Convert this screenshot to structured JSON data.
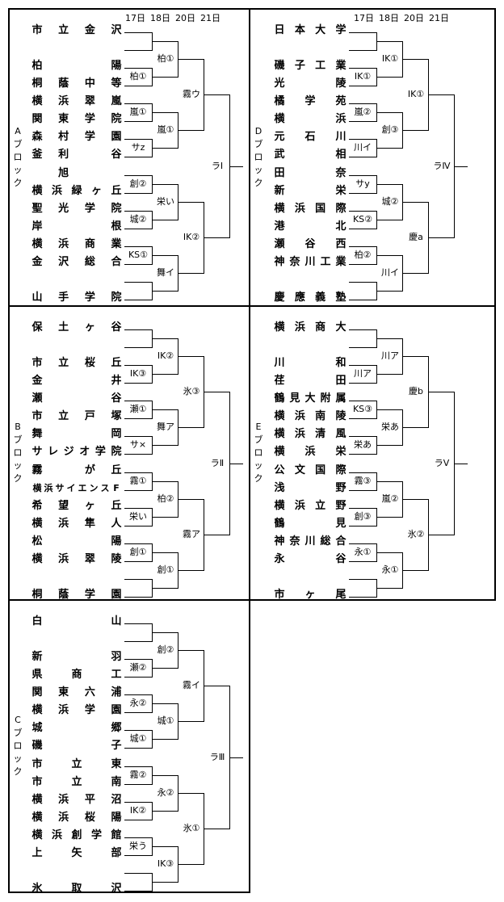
{
  "dates": [
    "17日",
    "18日",
    "20日",
    "21日"
  ],
  "blocks": [
    {
      "id": "A",
      "label": "Aブロック",
      "teams": [
        "市立金沢",
        "",
        "柏陽",
        "桐蔭中等",
        "横浜翠嵐",
        "関東学院",
        "森村学園",
        "釜利谷",
        "旭",
        "横浜緑ヶ丘",
        "聖光学院",
        "岸根",
        "横浜商業",
        "金沢総合",
        "",
        "山手学院"
      ],
      "team_layout": [
        [
          "市",
          "立",
          "金",
          "沢"
        ],
        [],
        [
          "柏",
          "",
          "",
          "陽"
        ],
        [
          "桐",
          "蔭",
          "中",
          "等"
        ],
        [
          "横",
          "浜",
          "翠",
          "嵐"
        ],
        [
          "関",
          "東",
          "学",
          "院"
        ],
        [
          "森",
          "村",
          "学",
          "園"
        ],
        [
          "釜",
          "利",
          "",
          "谷"
        ],
        [
          "",
          "旭",
          "",
          ""
        ],
        [
          "横",
          "浜",
          "緑",
          "ヶ",
          "丘"
        ],
        [
          "聖",
          "光",
          "学",
          "院"
        ],
        [
          "岸",
          "",
          "",
          "根"
        ],
        [
          "横",
          "浜",
          "商",
          "業"
        ],
        [
          "金",
          "沢",
          "総",
          "合"
        ],
        [],
        [
          "山",
          "手",
          "学",
          "院"
        ]
      ],
      "r1": [
        "",
        "柏①",
        "嵐①",
        "サz",
        "創②",
        "城②",
        "KS①",
        ""
      ],
      "r2": [
        "柏①",
        "嵐①",
        "栄い",
        "舞イ"
      ],
      "r3": [
        "霧ウ",
        "IK②"
      ],
      "r4": "ラⅠ"
    },
    {
      "id": "B",
      "label": "Bブロック",
      "teams": [
        "保土ヶ谷",
        "",
        "市立桜丘",
        "金井",
        "瀬谷",
        "市立戸塚",
        "舞岡",
        "サレジオ学院",
        "霧が丘",
        "横浜サイエンスF",
        "希望ヶ丘",
        "横浜隼人",
        "松陽",
        "横浜翠陵",
        "",
        "桐蔭学園"
      ],
      "team_layout": [
        [
          "保",
          "土",
          "ヶ",
          "谷"
        ],
        [],
        [
          "市",
          "立",
          "桜",
          "丘"
        ],
        [
          "金",
          "",
          "",
          "井"
        ],
        [
          "瀬",
          "",
          "",
          "谷"
        ],
        [
          "市",
          "立",
          "戸",
          "塚"
        ],
        [
          "舞",
          "",
          "",
          "岡"
        ],
        [
          "サ",
          "レ",
          "ジ",
          "オ",
          "学",
          "院"
        ],
        [
          "霧",
          "",
          "が",
          "丘"
        ],
        [
          "横",
          "浜",
          "サ",
          "イ",
          "エ",
          "ン",
          "ス",
          "F"
        ],
        [
          "希",
          "望",
          "ヶ",
          "丘"
        ],
        [
          "横",
          "浜",
          "隼",
          "人"
        ],
        [
          "松",
          "",
          "",
          "陽"
        ],
        [
          "横",
          "浜",
          "翠",
          "陵"
        ],
        [],
        [
          "桐",
          "蔭",
          "学",
          "園"
        ]
      ],
      "r1": [
        "",
        "IK③",
        "瀬①",
        "サ×",
        "霧①",
        "栄い",
        "創①",
        ""
      ],
      "r2": [
        "IK②",
        "舞ア",
        "柏②",
        "創①"
      ],
      "r3": [
        "氷③",
        "霧ア"
      ],
      "r4": "ラⅡ"
    },
    {
      "id": "C",
      "label": "Cブロック",
      "teams": [
        "白山",
        "",
        "新羽",
        "県商工",
        "関東六浦",
        "横浜学園",
        "城郷",
        "磯子",
        "市立東",
        "市立南",
        "横浜平沼",
        "横浜桜陽",
        "横浜創学館",
        "上矢部",
        "",
        "氷取沢"
      ],
      "team_layout": [
        [
          "白",
          "",
          "",
          "山"
        ],
        [],
        [
          "新",
          "",
          "",
          "羽"
        ],
        [
          "県",
          "",
          "商",
          "",
          "工"
        ],
        [
          "関",
          "東",
          "六",
          "浦"
        ],
        [
          "横",
          "浜",
          "学",
          "園"
        ],
        [
          "城",
          "",
          "",
          "郷"
        ],
        [
          "磯",
          "",
          "",
          "子"
        ],
        [
          "市",
          "",
          "立",
          "",
          "東"
        ],
        [
          "市",
          "",
          "立",
          "",
          "南"
        ],
        [
          "横",
          "浜",
          "平",
          "沼"
        ],
        [
          "横",
          "浜",
          "桜",
          "陽"
        ],
        [
          "横",
          "浜",
          "創",
          "学",
          "館"
        ],
        [
          "上",
          "",
          "矢",
          "",
          "部"
        ],
        [],
        [
          "氷",
          "",
          "取",
          "",
          "沢"
        ]
      ],
      "r1": [
        "",
        "瀬②",
        "永②",
        "城①",
        "霧②",
        "IK②",
        "栄う",
        ""
      ],
      "r2": [
        "創②",
        "城①",
        "永②",
        "IK③"
      ],
      "r3": [
        "霧イ",
        "氷①"
      ],
      "r4": "ラⅢ"
    },
    {
      "id": "D",
      "label": "Dブロック",
      "teams": [
        "日本大学",
        "",
        "磯子工業",
        "光陵",
        "橘学苑",
        "横浜",
        "元石川",
        "武相",
        "田奈",
        "新栄",
        "横浜国際",
        "港北",
        "瀬谷西",
        "神奈川工業",
        "",
        "慶應義塾"
      ],
      "team_layout": [
        [
          "日",
          "本",
          "大",
          "学"
        ],
        [],
        [
          "磯",
          "子",
          "工",
          "業"
        ],
        [
          "光",
          "",
          "",
          "陵"
        ],
        [
          "橘",
          "",
          "学",
          "",
          "苑"
        ],
        [
          "横",
          "",
          "",
          "浜"
        ],
        [
          "元",
          "",
          "石",
          "",
          "川"
        ],
        [
          "武",
          "",
          "",
          "相"
        ],
        [
          "田",
          "",
          "",
          "奈"
        ],
        [
          "新",
          "",
          "",
          "栄"
        ],
        [
          "横",
          "浜",
          "国",
          "際"
        ],
        [
          "港",
          "",
          "",
          "北"
        ],
        [
          "瀬",
          "",
          "谷",
          "",
          "西"
        ],
        [
          "神",
          "奈",
          "川",
          "工",
          "業"
        ],
        [],
        [
          "慶",
          "應",
          "義",
          "塾"
        ]
      ],
      "r1": [
        "",
        "IK①",
        "嵐②",
        "川イ",
        "サy",
        "KS②",
        "柏②",
        ""
      ],
      "r2": [
        "IK①",
        "創③",
        "城②",
        "川イ"
      ],
      "r3": [
        "IK①",
        "慶a"
      ],
      "r4": "ラⅣ"
    },
    {
      "id": "E",
      "label": "Eブロック",
      "teams": [
        "横浜商大",
        "",
        "川和",
        "荏田",
        "鶴見大附属",
        "横浜南陵",
        "横浜清風",
        "横浜栄",
        "公文国際",
        "浅野",
        "横浜立野",
        "鶴見",
        "神奈川総合",
        "永谷",
        "",
        "市ヶ尾"
      ],
      "team_layout": [
        [
          "横",
          "浜",
          "商",
          "大"
        ],
        [],
        [
          "川",
          "",
          "",
          "和"
        ],
        [
          "荏",
          "",
          "",
          "田"
        ],
        [
          "鶴",
          "見",
          "大",
          "附",
          "属"
        ],
        [
          "横",
          "浜",
          "南",
          "陵"
        ],
        [
          "横",
          "浜",
          "清",
          "風"
        ],
        [
          "横",
          "",
          "浜",
          "",
          "栄"
        ],
        [
          "公",
          "文",
          "国",
          "際"
        ],
        [
          "浅",
          "",
          "",
          "野"
        ],
        [
          "横",
          "浜",
          "立",
          "野"
        ],
        [
          "鶴",
          "",
          "",
          "見"
        ],
        [
          "神",
          "奈",
          "川",
          "総",
          "合"
        ],
        [
          "永",
          "",
          "",
          "谷"
        ],
        [],
        [
          "市",
          "",
          "ヶ",
          "",
          "尾"
        ]
      ],
      "r1": [
        "",
        "川ア",
        "KS③",
        "栄あ",
        "霧③",
        "創③",
        "永①",
        ""
      ],
      "r2": [
        "川ア",
        "栄あ",
        "嵐②",
        "永①"
      ],
      "r3": [
        "慶b",
        "氷②"
      ],
      "r4": "ラⅤ"
    }
  ]
}
